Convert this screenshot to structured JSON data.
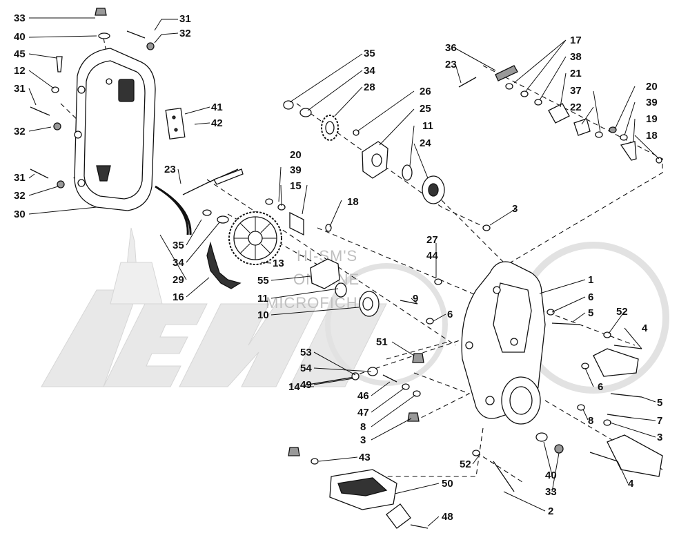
{
  "diagram": {
    "watermark": {
      "brand": "Aeri",
      "lines": [
        "HI-SM'S",
        "ON-LINE",
        "MICROFICHE"
      ]
    },
    "callouts": [
      "33",
      "40",
      "45",
      "12",
      "31",
      "32",
      "31",
      "32",
      "31",
      "32",
      "30",
      "41",
      "42",
      "23",
      "35",
      "34",
      "29",
      "13",
      "16",
      "55",
      "11",
      "10",
      "14",
      "53",
      "54",
      "49",
      "20",
      "39",
      "15",
      "18",
      "35",
      "34",
      "28",
      "26",
      "25",
      "11",
      "24",
      "36",
      "23",
      "17",
      "38",
      "21",
      "37",
      "22",
      "20",
      "39",
      "19",
      "18",
      "3",
      "27",
      "44",
      "9",
      "6",
      "51",
      "46",
      "47",
      "8",
      "3",
      "43",
      "50",
      "48",
      "52",
      "2",
      "1",
      "6",
      "5",
      "52",
      "4",
      "6",
      "5",
      "8",
      "7",
      "3",
      "40",
      "33",
      "4"
    ]
  }
}
